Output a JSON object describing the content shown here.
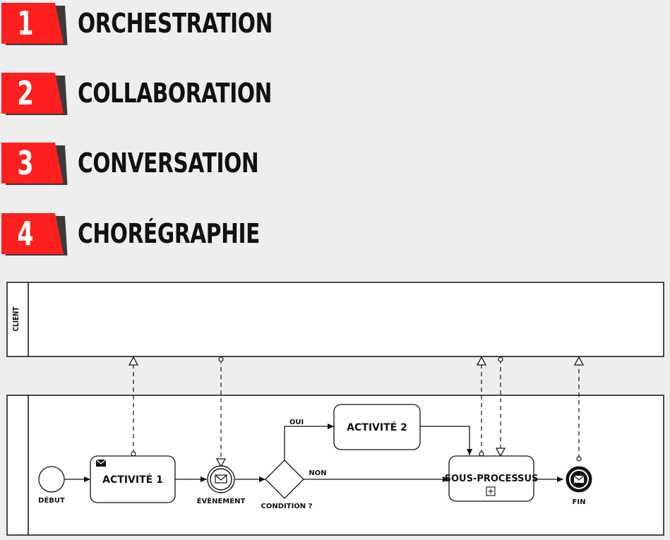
{
  "headings": [
    {
      "number": "1",
      "title": "ORCHESTRATION"
    },
    {
      "number": "2",
      "title": "COLLABORATION"
    },
    {
      "number": "3",
      "title": "CONVERSATION"
    },
    {
      "number": "4",
      "title": "CHORÉGRAPHIE"
    }
  ],
  "colors": {
    "badge_red": "#ff1f1f",
    "badge_shadow": "#3a3a3a",
    "background": "#eeeeee",
    "stroke": "#111111"
  },
  "diagram": {
    "pool_client_label": "CLIENT",
    "start_event_label": "DÉBUT",
    "task1_label": "ACTIVITÉ 1",
    "task1_icon": "envelope-icon",
    "intermediate_event_label": "ÉVÈNEMENT",
    "gateway_label": "CONDITION ?",
    "flow_yes_label": "OUI",
    "flow_no_label": "NON",
    "task2_label": "ACTIVITÉ 2",
    "subprocess_label": "SOUS-PROCESSUS",
    "subprocess_marker": "plus-icon",
    "end_event_label": "FIN"
  }
}
